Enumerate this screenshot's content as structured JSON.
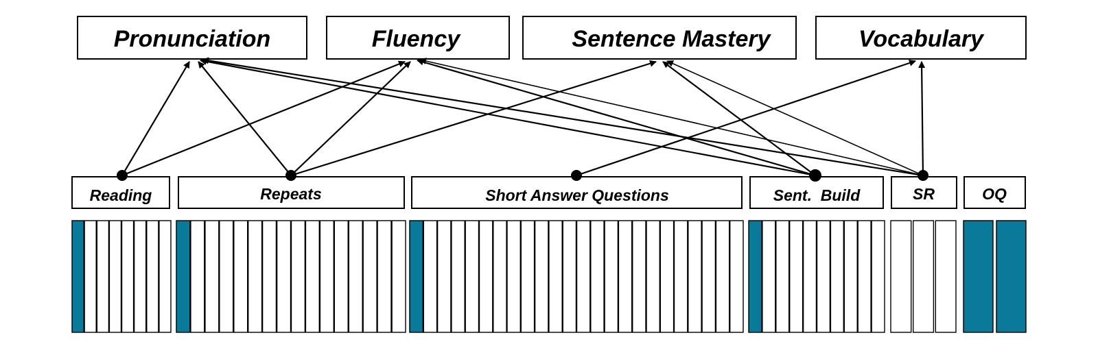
{
  "skills": [
    {
      "id": "pronunciation",
      "label": "Pronunciation"
    },
    {
      "id": "fluency",
      "label": "Fluency"
    },
    {
      "id": "sentence-mastery",
      "label": "Sentence Mastery"
    },
    {
      "id": "vocabulary",
      "label": "Vocabulary"
    }
  ],
  "tasks": [
    {
      "id": "reading",
      "label": "Reading",
      "item_count": 8,
      "highlighted_items": [
        0
      ],
      "feeds": [
        "pronunciation",
        "fluency"
      ]
    },
    {
      "id": "repeats",
      "label": "Repeats",
      "item_count": 16,
      "highlighted_items": [
        0
      ],
      "feeds": [
        "pronunciation",
        "fluency",
        "sentence-mastery"
      ]
    },
    {
      "id": "short-answer-questions",
      "label": "Short Answer Questions",
      "item_count": 24,
      "highlighted_items": [
        0
      ],
      "feeds": [
        "vocabulary"
      ]
    },
    {
      "id": "sent-build",
      "label": "Sent.  Build",
      "item_count": 10,
      "highlighted_items": [
        0
      ],
      "feeds": [
        "pronunciation",
        "fluency",
        "sentence-mastery"
      ]
    },
    {
      "id": "sr",
      "label": "SR",
      "item_count": 3,
      "highlighted_items": [],
      "feeds": [
        "pronunciation",
        "fluency",
        "sentence-mastery",
        "vocabulary"
      ]
    },
    {
      "id": "oq",
      "label": "OQ",
      "item_count": 2,
      "highlighted_items": [
        0,
        1
      ],
      "feeds": []
    }
  ],
  "colors": {
    "highlight": "#0a7a9a",
    "line": "#000000",
    "box_fill": "#ffffff"
  }
}
